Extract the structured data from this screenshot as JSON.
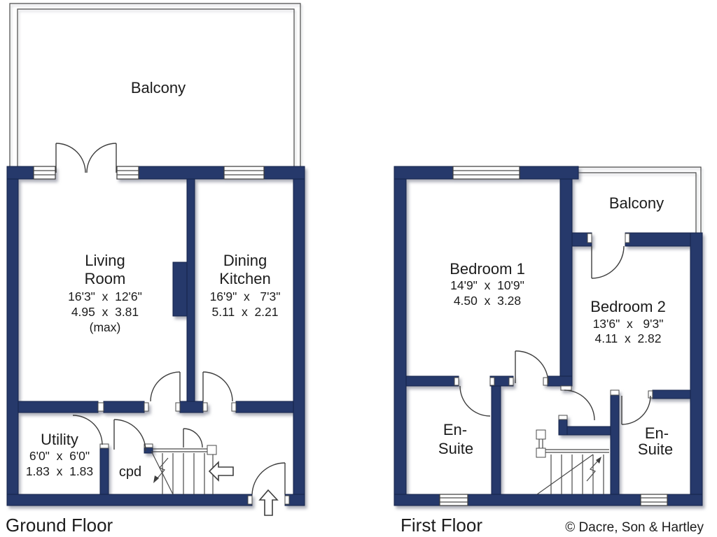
{
  "colors": {
    "wall": "#26396b",
    "text": "#1c1c1c",
    "line": "#3e3e3e"
  },
  "ground_floor": {
    "label": "Ground Floor",
    "balcony": {
      "name": "Balcony"
    },
    "living_room": {
      "line1": "Living",
      "line2": "Room",
      "imperial": "16'3\"  x  12'6\"",
      "metric": "4.95  x  3.81",
      "note": "(max)"
    },
    "dining_kitchen": {
      "line1": "Dining",
      "line2": "Kitchen",
      "imperial": "16'9\"  x   7'3\"",
      "metric": "5.11  x  2.21"
    },
    "utility": {
      "name": "Utility",
      "imperial": "6'0\"  x  6'0\"",
      "metric": "1.83  x  1.83"
    },
    "cupboard": {
      "name": "cpd"
    }
  },
  "first_floor": {
    "label": "First Floor",
    "balcony": {
      "name": "Balcony"
    },
    "bedroom_1": {
      "name": "Bedroom 1",
      "imperial": "14'9\"  x  10'9\"",
      "metric": "4.50  x  3.28"
    },
    "bedroom_2": {
      "name": "Bedroom 2",
      "imperial": "13'6\"  x   9'3\"",
      "metric": "4.11  x  2.82"
    },
    "en_suite_left": {
      "line1": "En-",
      "line2": "Suite"
    },
    "en_suite_right": {
      "line1": "En-",
      "line2": "Suite"
    }
  },
  "footer": {
    "copyright": "© Dacre, Son & Hartley"
  }
}
